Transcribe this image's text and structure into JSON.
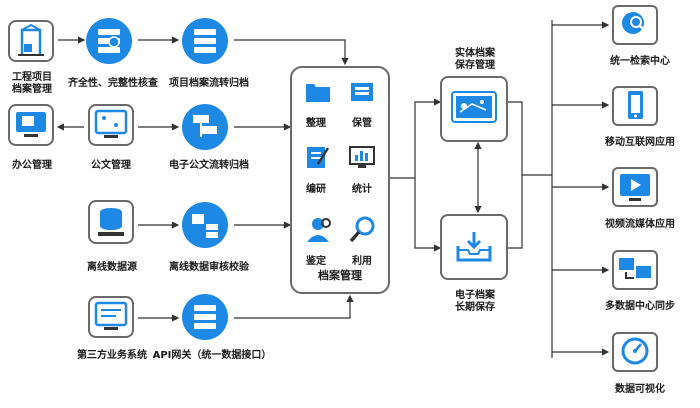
{
  "sources": {
    "engineering": "工程项目\n档案管理",
    "office": "办公管理",
    "offline_source": "离线数据源",
    "third_party": "第三方业务系统"
  },
  "processes": {
    "completeness_check": "齐全性、完整性核查",
    "project_archive_flow": "项目档案流转归档",
    "official_doc": "公文管理",
    "e_doc_flow": "电子公文流转归档",
    "offline_review": "离线数据审核校验",
    "api_gateway": "API网关（统一数据接口）"
  },
  "archive_mgmt": {
    "title": "档案管理",
    "items": [
      "整理",
      "保管",
      "编研",
      "统计",
      "鉴定",
      "利用"
    ]
  },
  "storage": {
    "physical": "实体档案\n保存管理",
    "electronic": "电子档案\n长期保存"
  },
  "outputs": [
    "统一检索中心",
    "移动互联网应用",
    "视频流媒体应用",
    "多数据中心同步",
    "数据可视化"
  ],
  "colors": {
    "accent": "#1e88e5",
    "line": "#333333",
    "border": "#6a6a6a"
  }
}
